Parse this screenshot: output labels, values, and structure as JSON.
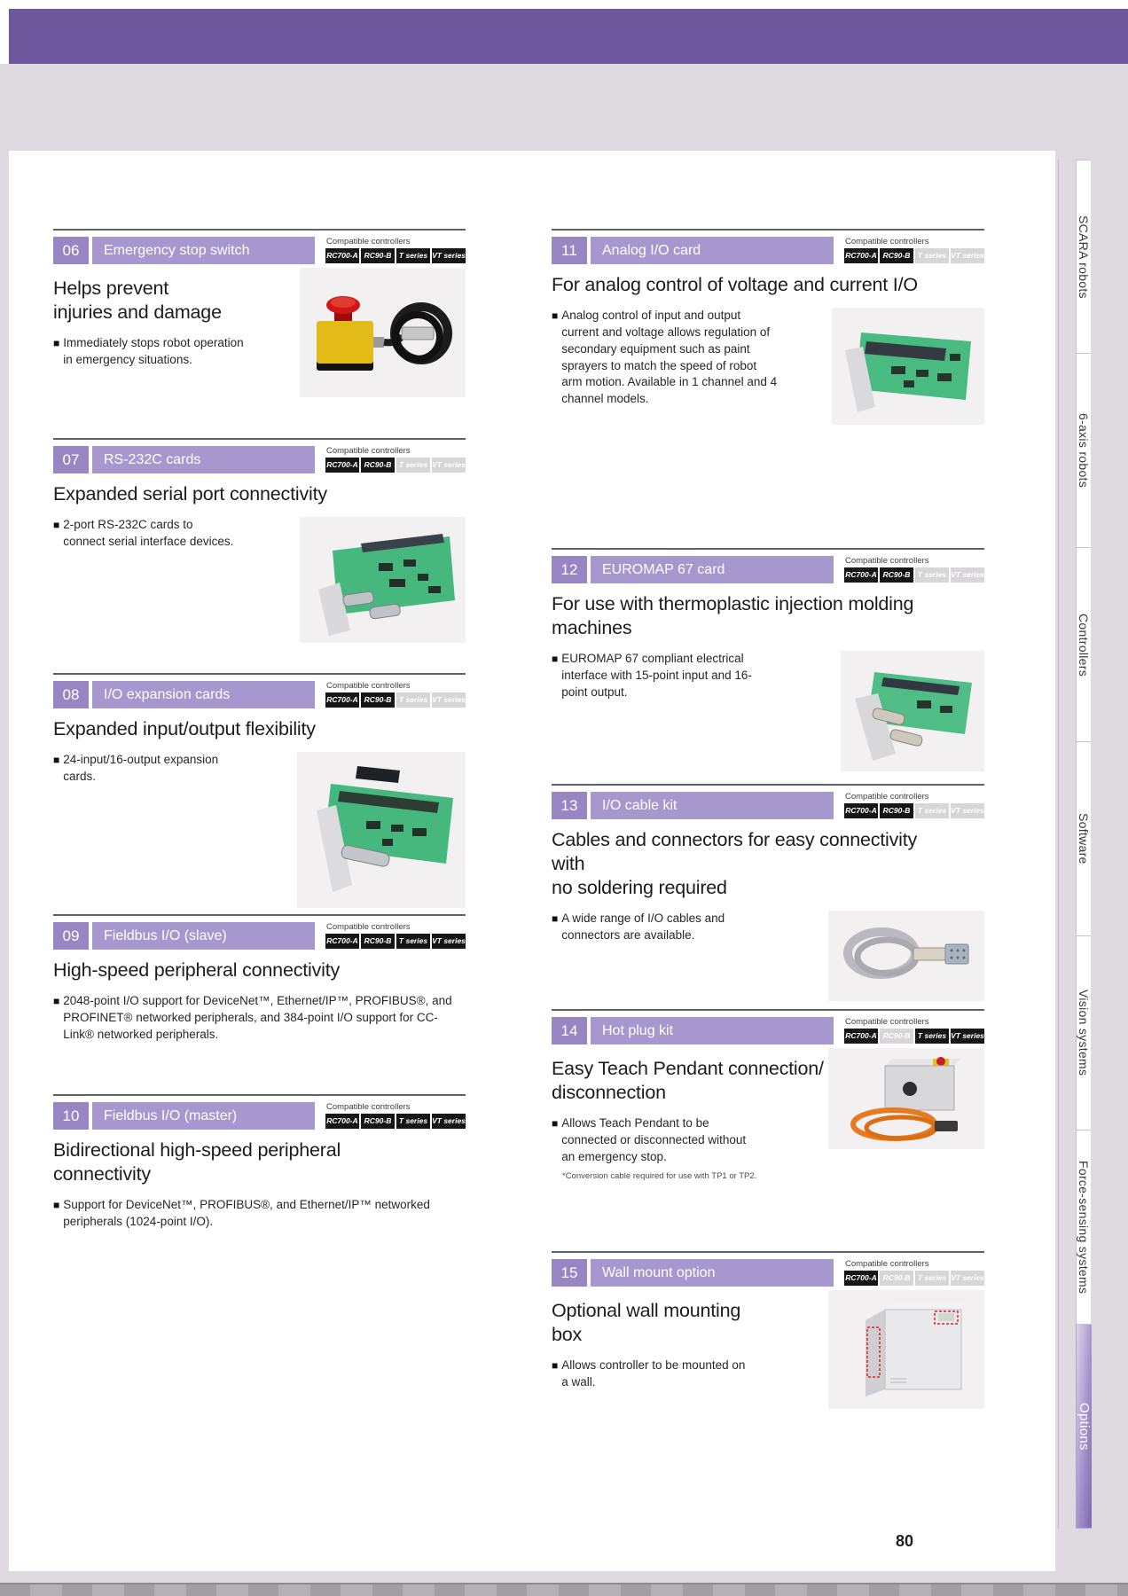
{
  "page": {
    "number": "80",
    "compatible_label": "Compatible controllers"
  },
  "sidebar": {
    "tabs": [
      {
        "label": "SCARA robots",
        "active": false
      },
      {
        "label": "6-axis robots",
        "active": false
      },
      {
        "label": "Controllers",
        "active": false
      },
      {
        "label": "Software",
        "active": false
      },
      {
        "label": "Vision systems",
        "active": false
      },
      {
        "label": "Force-sensing systems",
        "active": false
      },
      {
        "label": "Options",
        "active": true
      }
    ]
  },
  "sections": [
    {
      "id": "06",
      "column": "left",
      "layout": "beside",
      "title": "Emergency stop switch",
      "badges": [
        {
          "label": "RC700-A",
          "active": true
        },
        {
          "label": "RC90-B",
          "active": true
        },
        {
          "label": "T series",
          "active": true
        },
        {
          "label": "VT series",
          "active": true
        }
      ],
      "headline": "Helps prevent\ninjuries and damage",
      "bullets": [
        "Immediately stops robot operation in emergency situations."
      ],
      "image": "emergency-stop"
    },
    {
      "id": "07",
      "column": "left",
      "layout": "below",
      "title": "RS-232C cards",
      "badges": [
        {
          "label": "RC700-A",
          "active": true
        },
        {
          "label": "RC90-B",
          "active": true
        },
        {
          "label": "T series",
          "active": false
        },
        {
          "label": "VT series",
          "active": false
        }
      ],
      "headline": "Expanded serial port connectivity",
      "bullets": [
        "2-port RS-232C cards to connect serial interface devices."
      ],
      "image": "rs232-card"
    },
    {
      "id": "08",
      "column": "left",
      "layout": "below",
      "title": "I/O expansion cards",
      "badges": [
        {
          "label": "RC700-A",
          "active": true
        },
        {
          "label": "RC90-B",
          "active": true
        },
        {
          "label": "T series",
          "active": false
        },
        {
          "label": "VT series",
          "active": false
        }
      ],
      "headline": "Expanded input/output flexibility",
      "bullets": [
        "24-input/16-output expansion cards."
      ],
      "image": "io-expansion-card"
    },
    {
      "id": "09",
      "column": "left",
      "layout": "none",
      "title": "Fieldbus I/O (slave)",
      "badges": [
        {
          "label": "RC700-A",
          "active": true
        },
        {
          "label": "RC90-B",
          "active": true
        },
        {
          "label": "T series",
          "active": true
        },
        {
          "label": "VT series",
          "active": true
        }
      ],
      "headline": "High-speed peripheral connectivity",
      "bullets": [
        "2048-point I/O support for DeviceNet™, Ethernet/IP™, PROFIBUS®, and PROFINET® networked peripherals, and 384-point I/O support for CC-Link® networked peripherals."
      ]
    },
    {
      "id": "10",
      "column": "left",
      "layout": "none",
      "title": "Fieldbus I/O (master)",
      "badges": [
        {
          "label": "RC700-A",
          "active": true
        },
        {
          "label": "RC90-B",
          "active": true
        },
        {
          "label": "T series",
          "active": true
        },
        {
          "label": "VT series",
          "active": true
        }
      ],
      "headline": "Bidirectional high-speed peripheral\nconnectivity",
      "bullets": [
        "Support for DeviceNet™, PROFIBUS®, and Ethernet/IP™ networked peripherals (1024-point I/O)."
      ]
    },
    {
      "id": "11",
      "column": "right",
      "layout": "below",
      "title": "Analog I/O card",
      "badges": [
        {
          "label": "RC700-A",
          "active": true
        },
        {
          "label": "RC90-B",
          "active": true
        },
        {
          "label": "T series",
          "active": false
        },
        {
          "label": "VT series",
          "active": false
        }
      ],
      "headline": "For analog control of voltage and current I/O",
      "bullets": [
        "Analog control of input and output current and voltage allows regulation of secondary equipment such as paint sprayers to match the speed of robot arm motion. Available in 1 channel and 4 channel models."
      ],
      "image": "analog-io-card"
    },
    {
      "id": "12",
      "column": "right",
      "layout": "below",
      "title": "EUROMAP 67 card",
      "badges": [
        {
          "label": "RC700-A",
          "active": true
        },
        {
          "label": "RC90-B",
          "active": true
        },
        {
          "label": "T series",
          "active": false
        },
        {
          "label": "VT series",
          "active": false
        }
      ],
      "headline": "For use with thermoplastic injection molding\nmachines",
      "bullets": [
        "EUROMAP 67 compliant electrical interface with 15-point input and 16-point output."
      ],
      "image": "euromap-card"
    },
    {
      "id": "13",
      "column": "right",
      "layout": "below",
      "title": "I/O cable kit",
      "badges": [
        {
          "label": "RC700-A",
          "active": true
        },
        {
          "label": "RC90-B",
          "active": true
        },
        {
          "label": "T series",
          "active": false
        },
        {
          "label": "VT series",
          "active": false
        }
      ],
      "headline": "Cables and connectors for easy connectivity\nwith\nno soldering required",
      "bullets": [
        "A wide range of I/O cables and connectors are available."
      ],
      "image": "io-cable-kit"
    },
    {
      "id": "14",
      "column": "right",
      "layout": "beside",
      "title": "Hot plug kit",
      "badges": [
        {
          "label": "RC700-A",
          "active": true
        },
        {
          "label": "RC90-B",
          "active": false
        },
        {
          "label": "T series",
          "active": true
        },
        {
          "label": "VT series",
          "active": true
        }
      ],
      "headline": "Easy Teach Pendant connection/\ndisconnection",
      "bullets": [
        "Allows Teach Pendant to be connected or disconnected without an emergency stop."
      ],
      "footnote": "*Conversion cable required for use with TP1 or TP2.",
      "image": "hot-plug-kit"
    },
    {
      "id": "15",
      "column": "right",
      "layout": "beside",
      "title": "Wall mount option",
      "badges": [
        {
          "label": "RC700-A",
          "active": true
        },
        {
          "label": "RC90-B",
          "active": false
        },
        {
          "label": "T series",
          "active": false
        },
        {
          "label": "VT series",
          "active": false
        }
      ],
      "headline": "Optional wall mounting\nbox",
      "bullets": [
        "Allows controller to be mounted on a wall."
      ],
      "image": "wall-mount-box"
    }
  ]
}
